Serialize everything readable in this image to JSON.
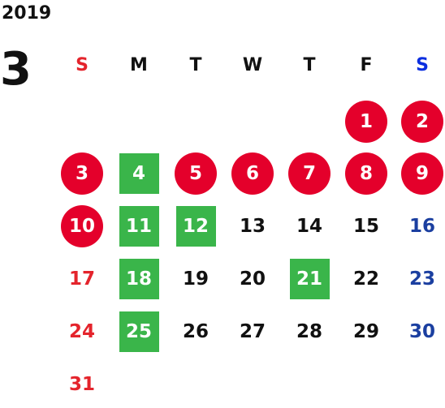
{
  "year": "2019",
  "month": "3",
  "weekdays": [
    {
      "label": "S",
      "kind": "sun"
    },
    {
      "label": "M",
      "kind": "wd"
    },
    {
      "label": "T",
      "kind": "wd"
    },
    {
      "label": "W",
      "kind": "wd"
    },
    {
      "label": "T",
      "kind": "wd"
    },
    {
      "label": "F",
      "kind": "wd"
    },
    {
      "label": "S",
      "kind": "sat"
    }
  ],
  "colors": {
    "holiday_circle": "#e4002b",
    "highlight_square": "#3ab54a",
    "sunday_text": "#e4242c",
    "saturday_text": "#1b3fa0"
  },
  "days": [
    {
      "day": "1",
      "col": 5,
      "row": 0,
      "mark": "circle"
    },
    {
      "day": "2",
      "col": 6,
      "row": 0,
      "mark": "circle"
    },
    {
      "day": "3",
      "col": 0,
      "row": 1,
      "mark": "circle"
    },
    {
      "day": "4",
      "col": 1,
      "row": 1,
      "mark": "square"
    },
    {
      "day": "5",
      "col": 2,
      "row": 1,
      "mark": "circle"
    },
    {
      "day": "6",
      "col": 3,
      "row": 1,
      "mark": "circle"
    },
    {
      "day": "7",
      "col": 4,
      "row": 1,
      "mark": "circle"
    },
    {
      "day": "8",
      "col": 5,
      "row": 1,
      "mark": "circle"
    },
    {
      "day": "9",
      "col": 6,
      "row": 1,
      "mark": "circle"
    },
    {
      "day": "10",
      "col": 0,
      "row": 2,
      "mark": "circle"
    },
    {
      "day": "11",
      "col": 1,
      "row": 2,
      "mark": "square"
    },
    {
      "day": "12",
      "col": 2,
      "row": 2,
      "mark": "square"
    },
    {
      "day": "13",
      "col": 3,
      "row": 2,
      "mark": "none"
    },
    {
      "day": "14",
      "col": 4,
      "row": 2,
      "mark": "none"
    },
    {
      "day": "15",
      "col": 5,
      "row": 2,
      "mark": "none"
    },
    {
      "day": "16",
      "col": 6,
      "row": 2,
      "mark": "none"
    },
    {
      "day": "17",
      "col": 0,
      "row": 3,
      "mark": "none"
    },
    {
      "day": "18",
      "col": 1,
      "row": 3,
      "mark": "square"
    },
    {
      "day": "19",
      "col": 2,
      "row": 3,
      "mark": "none"
    },
    {
      "day": "20",
      "col": 3,
      "row": 3,
      "mark": "none"
    },
    {
      "day": "21",
      "col": 4,
      "row": 3,
      "mark": "square"
    },
    {
      "day": "22",
      "col": 5,
      "row": 3,
      "mark": "none"
    },
    {
      "day": "23",
      "col": 6,
      "row": 3,
      "mark": "none"
    },
    {
      "day": "24",
      "col": 0,
      "row": 4,
      "mark": "none"
    },
    {
      "day": "25",
      "col": 1,
      "row": 4,
      "mark": "square"
    },
    {
      "day": "26",
      "col": 2,
      "row": 4,
      "mark": "none"
    },
    {
      "day": "27",
      "col": 3,
      "row": 4,
      "mark": "none"
    },
    {
      "day": "28",
      "col": 4,
      "row": 4,
      "mark": "none"
    },
    {
      "day": "29",
      "col": 5,
      "row": 4,
      "mark": "none"
    },
    {
      "day": "30",
      "col": 6,
      "row": 4,
      "mark": "none"
    },
    {
      "day": "31",
      "col": 0,
      "row": 5,
      "mark": "none"
    }
  ]
}
